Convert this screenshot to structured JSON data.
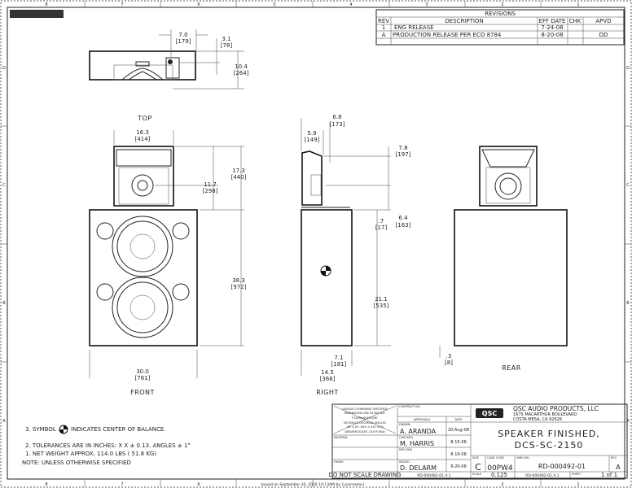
{
  "zones": {
    "columns": [
      "8",
      "7",
      "6",
      "5",
      "4",
      "3",
      "2",
      "1"
    ],
    "rows": [
      "D",
      "C",
      "B",
      "A"
    ]
  },
  "revisions": {
    "title": "REVISIONS",
    "headers": [
      "REV",
      "DESCRIPTION",
      "EFF DATE",
      "CHK",
      "APVD"
    ],
    "rows": [
      [
        "1",
        "ENG RELEASE",
        "7-24-08",
        "",
        ""
      ],
      [
        "A",
        "PRODUCTION RELEASE PER ECO 8784",
        "8-20-08",
        "",
        "DD"
      ]
    ]
  },
  "views": {
    "top": {
      "label": "TOP",
      "dims": [
        {
          "in": "7.0",
          "mm": "[179]"
        },
        {
          "in": "3.1",
          "mm": "[78]"
        },
        {
          "in": "10.4",
          "mm": "[264]"
        }
      ]
    },
    "front": {
      "label": "FRONT",
      "dims": [
        {
          "in": "16.3",
          "mm": "[414]"
        },
        {
          "in": "11.7",
          "mm": "[298]"
        },
        {
          "in": "17.3",
          "mm": "[440]"
        },
        {
          "in": "38.3",
          "mm": "[972]"
        },
        {
          "in": "30.0",
          "mm": "[761]"
        }
      ]
    },
    "right": {
      "label": "RIGHT",
      "dims": [
        {
          "in": "6.8",
          "mm": "[173]"
        },
        {
          "in": "5.9",
          "mm": "[149]"
        },
        {
          "in": "7.8",
          "mm": "[197]"
        },
        {
          "in": ".7",
          "mm": "[17]"
        },
        {
          "in": "6.4",
          "mm": "[163]"
        },
        {
          "in": "21.1",
          "mm": "[535]"
        },
        {
          "in": "7.1",
          "mm": "[181]"
        },
        {
          "in": "14.5",
          "mm": "[368]"
        },
        {
          "in": ".3",
          "mm": "[8]"
        }
      ]
    },
    "rear": {
      "label": "REAR"
    }
  },
  "notes": {
    "items": [
      "3. SYMBOL",
      "INDICATES CENTER OF BALANCE.",
      "2. TOLERANCES ARE IN INCHES: X X ± 0.13. ANGLES ± 1°",
      "1. NET WEIGHT APPROX. 114.0 LBS ( 51.8 KG)",
      "NOTE: UNLESS OTHERWISE SPECIFIED"
    ]
  },
  "title_block": {
    "tolerance_1": "UNLESS OTHERWISE SPECIFIED",
    "tolerance_2": "DIMENSIONS ARE IN INCHES.",
    "tolerance_3": "TOLERANCES ARE:",
    "tolerance_4": "DECIMALS  DECIMALS  ANGLES",
    "tolerance_5": ".XX ±.03  .XXX ±.010  ±1/2",
    "tolerance_6": "DEBURR EDGES .010 R MAX",
    "material_label": "MATERIAL",
    "finish_label": "FINISH",
    "do_not_scale": "DO NOT SCALE DRAWING",
    "contract_label": "CONTRACT NO.",
    "approvals_label": "APPROVALS",
    "date_label": "DATE",
    "drawn_label": "DRAWN",
    "drawn": "A. ARANDA",
    "drawn_date": "20-Aug-08",
    "checked_label": "CHECKED",
    "checked": "M. HARRIS",
    "checked_date": "8-15-08",
    "mfg_label": "MFG ENG",
    "mfg_date": "8-19-08",
    "issued_label": "ISSUED",
    "issued": "D. DELARM",
    "issued_date": "8-20-08",
    "file_ref": "RD-000492-01.A.1",
    "logo": "QSC",
    "company": "QSC AUDIO PRODUCTS, LLC",
    "address_1": "1675 MACARTHUR BOULEVARD",
    "address_2": "COSTA MESA, CA  92626",
    "title_1": "SPEAKER FINISHED,",
    "title_2": "DCS-SC-2150",
    "size_label": "SIZE",
    "size": "C",
    "cage_label": "CAGE CODE",
    "cage": "00PW4",
    "dwg_label": "DWG NO.",
    "dwg": "RD-000492-01",
    "rev_label": "REV",
    "rev": "A",
    "scale_label": "SCALE",
    "scale": "0.125",
    "sheet_label": "SHEET",
    "sheet": "1 of 1"
  },
  "footer": {
    "issued_stamp": "Issued on September 30, 2016 10:13AM by {username}"
  }
}
